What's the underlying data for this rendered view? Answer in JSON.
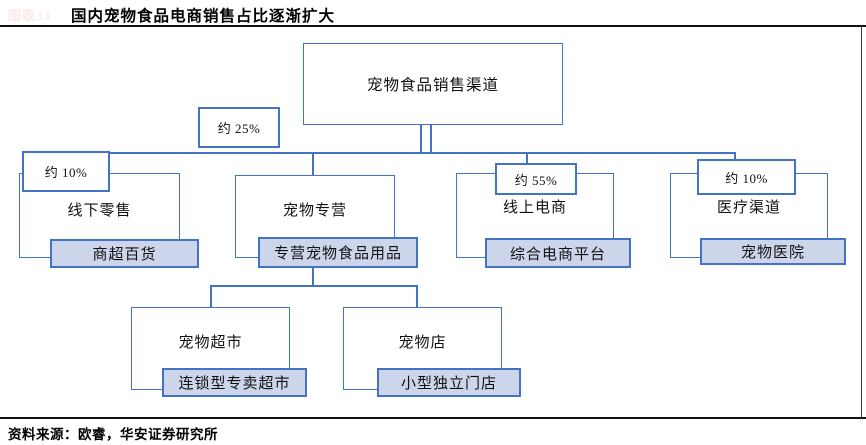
{
  "figure_label": "图表33",
  "title": "国内宠物食品电商销售占比逐渐扩大",
  "source": "资料来源：欧睿，华安证券研究所",
  "root": "宠物食品销售渠道",
  "branches": [
    {
      "share": "约 10%",
      "channel": "线下零售",
      "detail": "商超百货"
    },
    {
      "share": "约 25%",
      "channel": "宠物专营",
      "detail": "专营宠物食品用品"
    },
    {
      "share": "约 55%",
      "channel": "线上电商",
      "detail": "综合电商平台"
    },
    {
      "share": "约 10%",
      "channel": "医疗渠道",
      "detail": "宠物医院"
    }
  ],
  "sub_branches": [
    {
      "channel": "宠物超市",
      "detail": "连锁型专卖超市"
    },
    {
      "channel": "宠物店",
      "detail": "小型独立门店"
    }
  ],
  "colors": {
    "box_border": "#4472C4",
    "subbox_fill": "#cdd5ea"
  }
}
